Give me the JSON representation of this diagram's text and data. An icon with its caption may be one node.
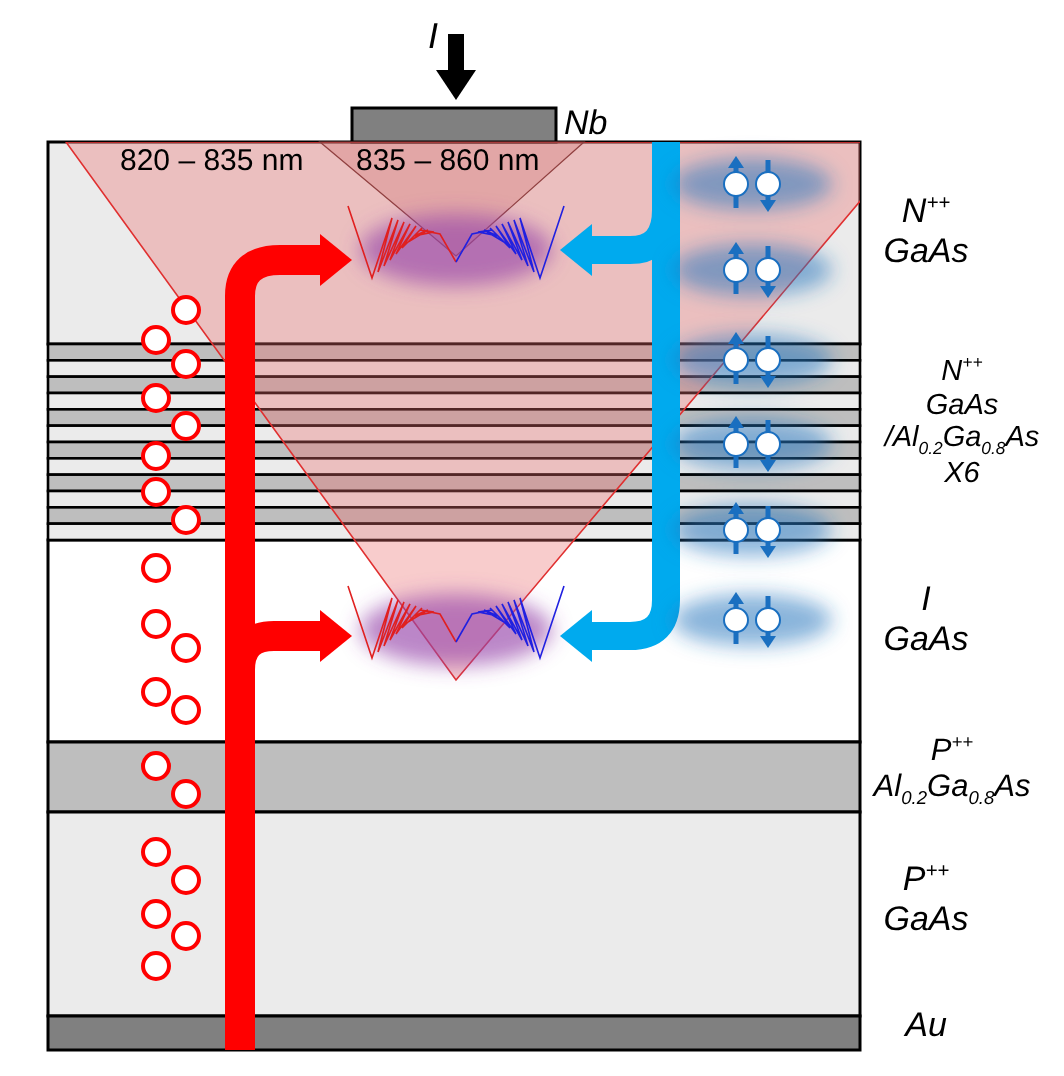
{
  "diagram": {
    "labels": [
      "I",
      "Nb",
      "820 – 835 nm",
      "835 – 860 nm",
      "N$^{++}$ GaAs",
      "N$^{++}$ GaAs /Al$_{0.2}$Ga$_{0.8}$As X6",
      "I GaAs",
      "P$^{++}$ Al$_{0.2}$Ga$_{0.8}$As",
      "P$^{++}$ GaAs",
      "Au"
    ]
  }
}
